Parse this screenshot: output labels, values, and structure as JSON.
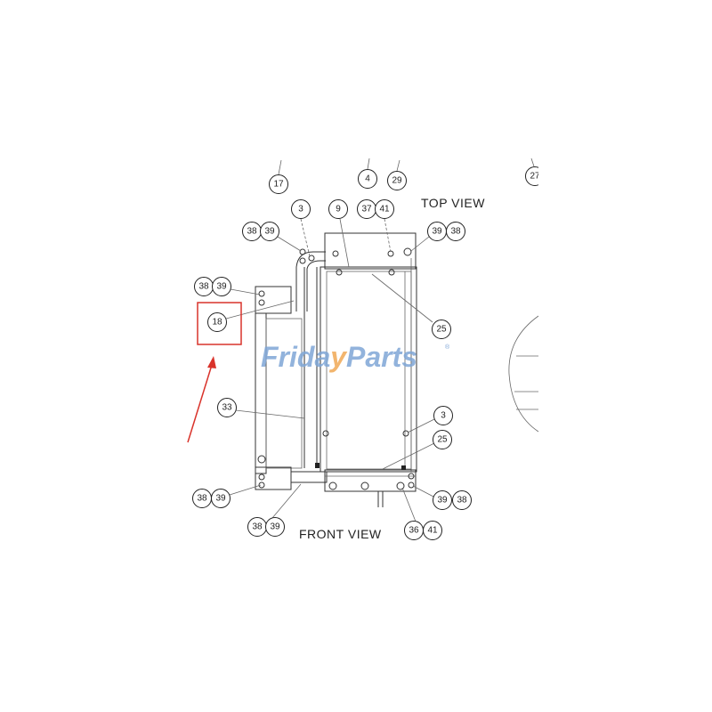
{
  "diagram": {
    "view_labels": {
      "top": "TOP VIEW",
      "front": "FRONT VIEW"
    },
    "watermark": {
      "text_a": "Frida",
      "text_b": "y",
      "text_c": "Parts",
      "mark": "®"
    },
    "highlight_color": "#d9332b",
    "callouts": {
      "c17": "17",
      "c4": "4",
      "c29": "29",
      "c27": "27",
      "c3a": "3",
      "c9": "9",
      "c37": "37",
      "c41a": "41",
      "c38a": "38",
      "c39a": "39",
      "c39b": "39",
      "c38b": "38",
      "c38c": "38",
      "c39c": "39",
      "c18": "18",
      "c25a": "25",
      "c33": "33",
      "c3b": "3",
      "c25b": "25",
      "c38d": "38",
      "c39d": "39",
      "c38e": "38",
      "c39e": "39",
      "c39f": "39",
      "c38f": "38",
      "c36": "36",
      "c41b": "41"
    },
    "highlighted_part": "18"
  }
}
